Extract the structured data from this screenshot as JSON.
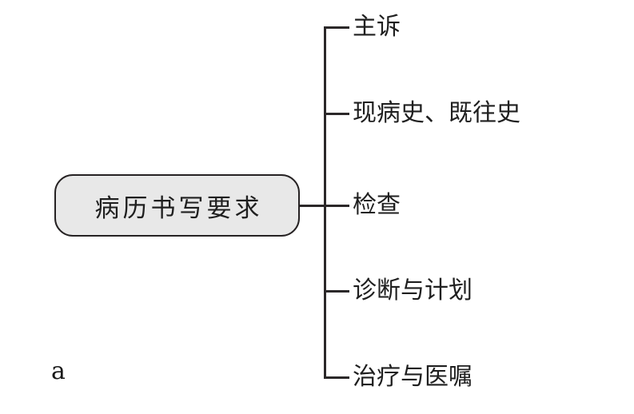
{
  "diagram": {
    "root_label": "病历书写要求",
    "branches": [
      {
        "label": "主诉"
      },
      {
        "label": "现病史、既往史"
      },
      {
        "label": "检查"
      },
      {
        "label": "诊断与计划"
      },
      {
        "label": "治疗与医嘱"
      }
    ]
  },
  "figure_label": "a",
  "colors": {
    "line": "#2b2829",
    "node_fill": "#e8e8e8",
    "node_border": "#262223",
    "text": "#1f1f1f"
  }
}
